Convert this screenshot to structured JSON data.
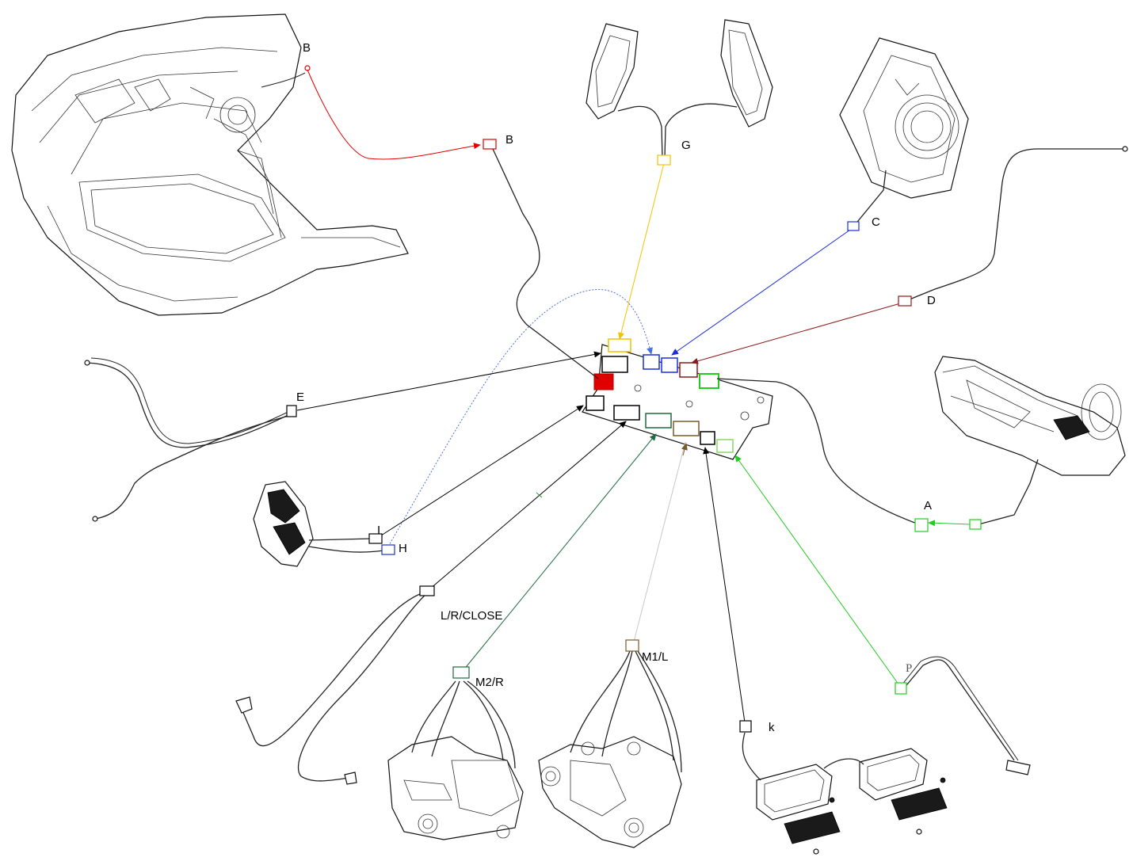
{
  "labels": {
    "b_top": "B",
    "b_conn": "B",
    "g": "G",
    "c": "C",
    "d": "D",
    "e": "E",
    "a": "A",
    "i": "I",
    "h": "H",
    "lr_close": "L/R/CLOSE",
    "m2r": "M2/R",
    "m1l": "M1/L",
    "k": "k",
    "p": "P"
  },
  "colors": {
    "red": "#e00000",
    "yellow": "#f2c200",
    "blue": "#1a2fd6",
    "dark_red": "#8b1a1a",
    "green": "#22cc22",
    "dark_green": "#1f6b3f",
    "brown": "#7a5a2a",
    "grey": "#c8c8c8",
    "black": "#000000",
    "light_blue": "#4a6fe0"
  }
}
